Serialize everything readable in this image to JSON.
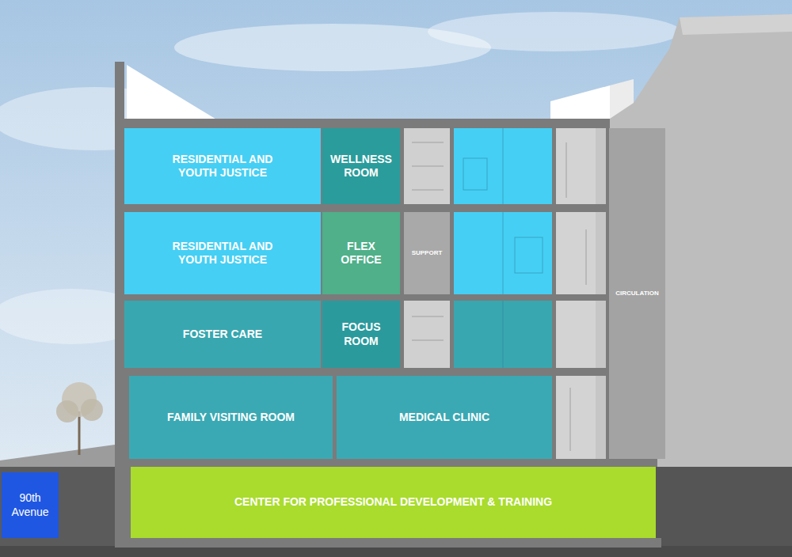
{
  "diagram": {
    "nodes": [
      {
        "text": [
          "RESIDENTIAL AND YOUTH JUSTICE"
        ]
      },
      {
        "text": [
          "WELLNESS ROOM"
        ]
      },
      {
        "text": [
          "RESIDENTIAL AND YOUTH JUSTICE"
        ]
      },
      {
        "text": [
          "FLEX OFFICE"
        ]
      },
      {
        "text": [
          "SUPPORT"
        ]
      },
      {
        "text": [
          "FOSTER CARE"
        ]
      },
      {
        "text": [
          "FOCUS ROOM"
        ]
      },
      {
        "text": [
          "CIRCULATION"
        ]
      },
      {
        "text": [
          "FAMILY VISITING ROOM"
        ]
      },
      {
        "text": [
          "MEDICAL CLINIC"
        ]
      },
      {
        "text": [
          "90th Avenue"
        ]
      },
      {
        "text": [
          "CENTER FOR PROFESSIONAL DEVELOPMENT & TRAINING"
        ]
      }
    ]
  }
}
